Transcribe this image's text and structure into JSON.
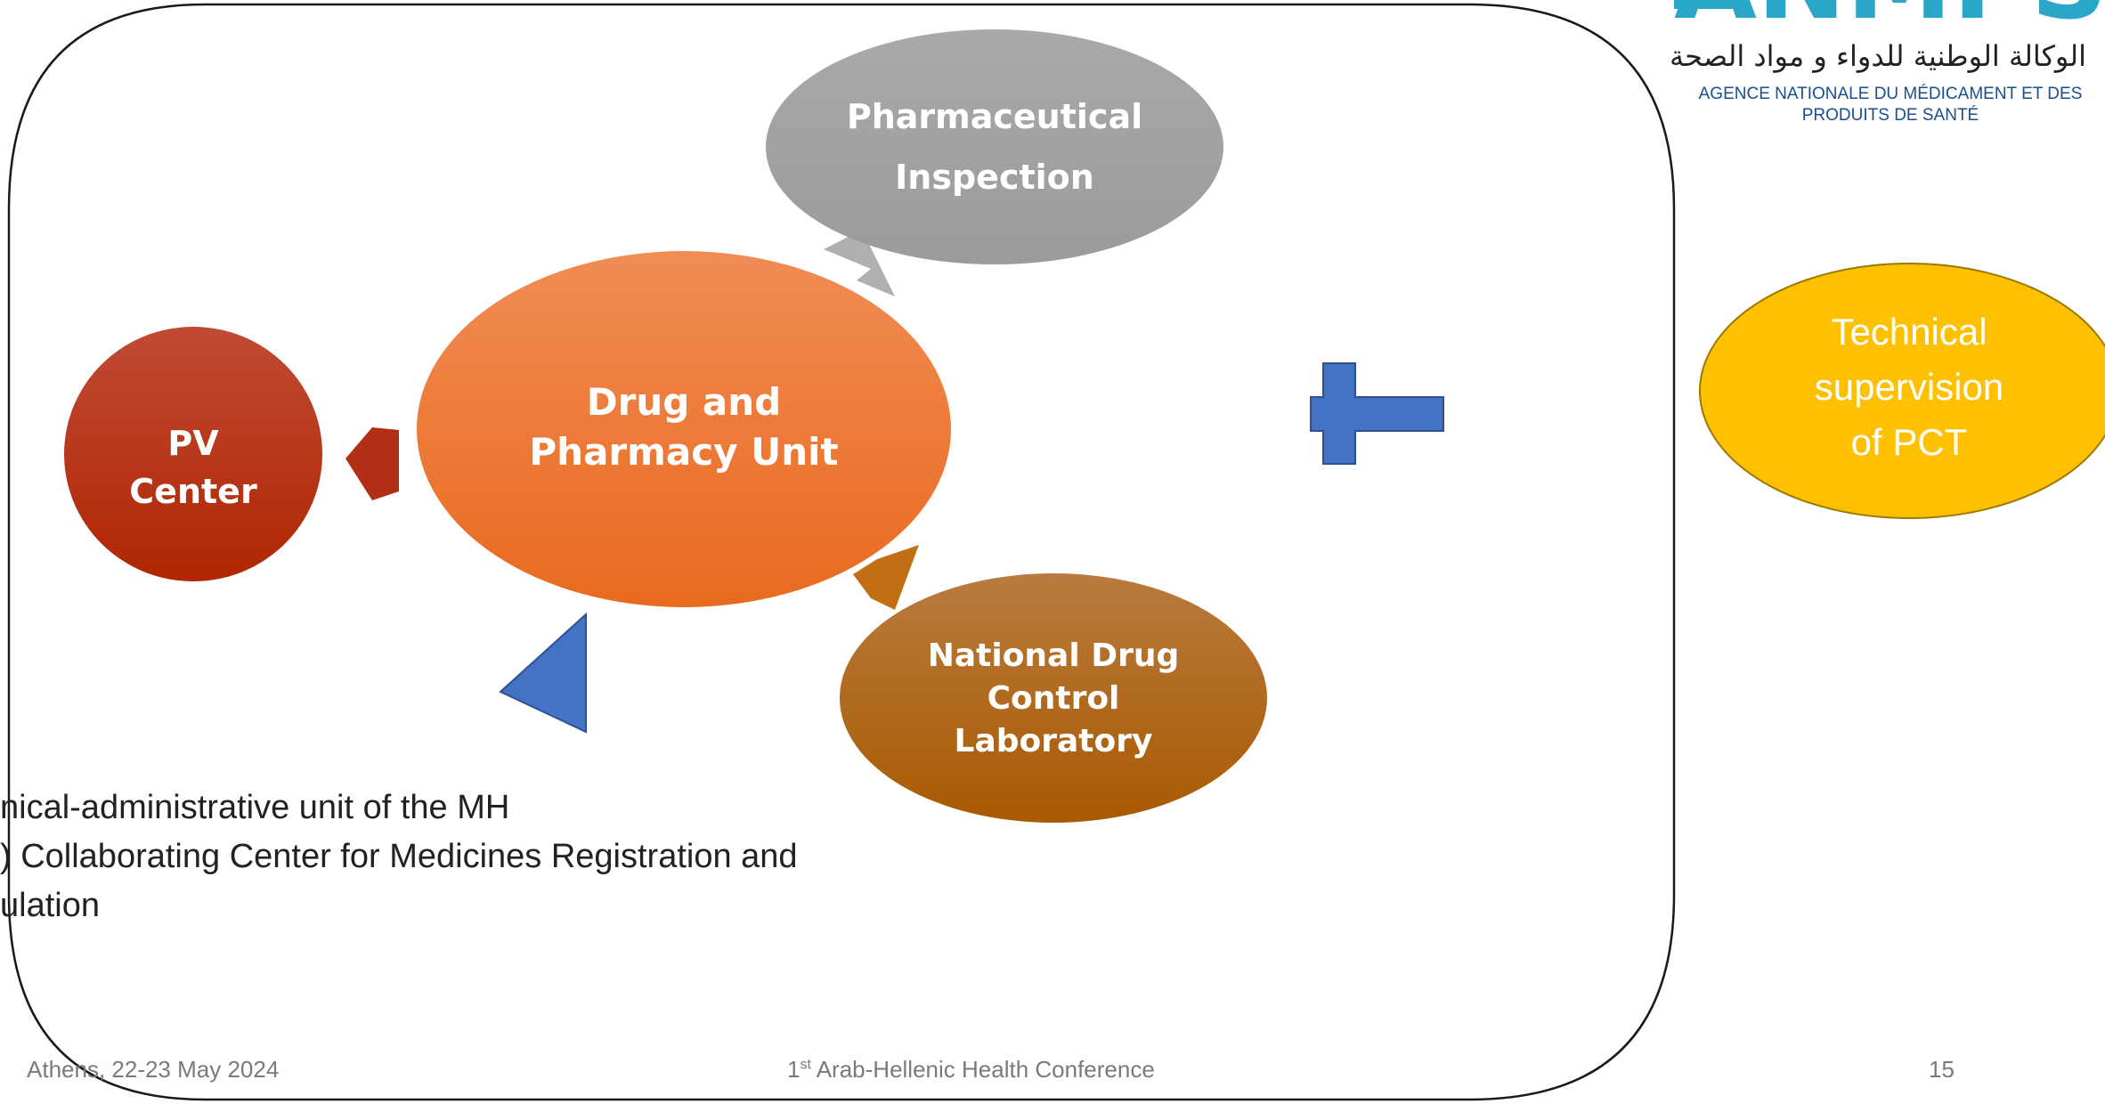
{
  "logo": {
    "text": "ANMPS",
    "arabic": "الوكالة الوطنية للدواء و مواد الصحة",
    "french_line1": "AGENCE NATIONALE DU MÉDICAMENT ET DES",
    "french_line2": "PRODUITS DE SANTÉ",
    "color": "#2aa6c8"
  },
  "nodes": {
    "pharmaceutical_inspection": {
      "line1": "Pharmaceutical",
      "line2": "Inspection",
      "color": "#a6a6a6"
    },
    "drug_pharmacy_unit": {
      "line1": "Drug and",
      "line2": "Pharmacy Unit",
      "color": "#f07f35"
    },
    "pv_center": {
      "line1": "PV",
      "line2": "Center",
      "color": "#b22f16"
    },
    "national_lab": {
      "line1": "National Drug",
      "line2": "Control",
      "line3": "Laboratory",
      "color": "#b3670d"
    },
    "technical_supervision": {
      "line1": "Technical",
      "line2": "supervision",
      "line3": "of PCT",
      "color": "#ffc000"
    }
  },
  "plus_color": "#4472c4",
  "triangle_color": "#4472c4",
  "bullets": {
    "line1": "nical-administrative unit of the MH",
    "line2": ") Collaborating Center for Medicines Registration and",
    "line3": "ulation"
  },
  "footer": {
    "left": "Athens, 22-23 May 2024",
    "center_pre": "1",
    "center_sup": "st",
    "center_post": " Arab-Hellenic Health Conference",
    "page_number": "15"
  }
}
